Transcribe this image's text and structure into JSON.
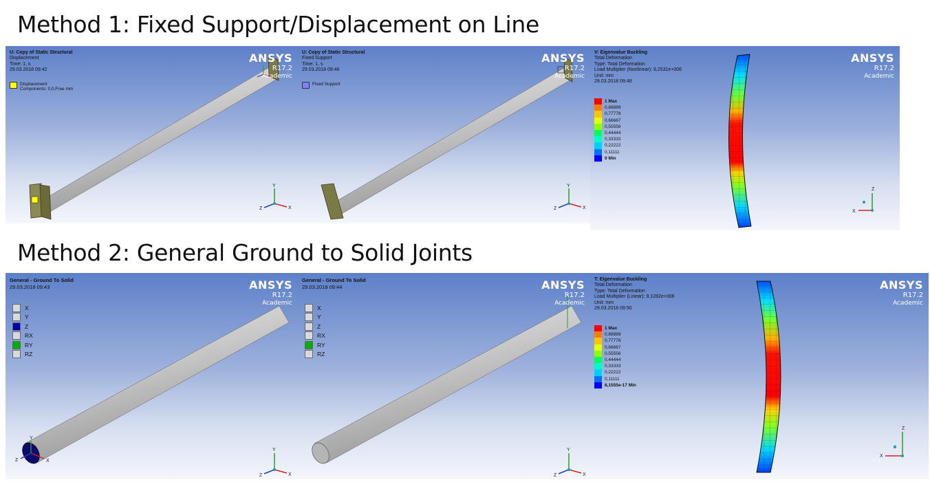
{
  "headings": {
    "method1": "Method 1: Fixed Support/Displacement on Line",
    "method2": "Method 2: General Ground to Solid Joints"
  },
  "brand": {
    "name": "ANSYS",
    "version": "R17.2",
    "edition": "Academic"
  },
  "axis_labels": {
    "x": "X",
    "y": "Y",
    "z": "Z"
  },
  "panels": {
    "p1": {
      "title": "U: Copy of Static Structural",
      "lines": [
        "Displacement",
        "Time: 1, s",
        "29.03.2018 09:42"
      ],
      "legend_label": "Displacement",
      "legend_sub": "Components: 0,0,Free mm",
      "legend_color": "#ffff00"
    },
    "p2": {
      "title": "U: Copy of Static Structural",
      "lines": [
        "Fixed Support",
        "Time: 1, s",
        "29.03.2018 09:46"
      ],
      "legend_label": "Fixed Support",
      "legend_color": "#7f7fff"
    },
    "p3": {
      "title": "V: Eigenvalue Buckling",
      "lines": [
        "Total Deformation",
        "Type: Total Deformation",
        "Load Multiplier (Nonlinear): 9,2531e+006",
        "Unit: mm",
        "29.03.2018 09:48"
      ],
      "colorbar": [
        "1 Max",
        "0,88889",
        "0,77778",
        "0,66667",
        "0,55556",
        "0,44444",
        "0,33333",
        "0,22222",
        "0,11111",
        "0 Min"
      ]
    },
    "p4": {
      "title": "General - Ground To Solid",
      "lines": [
        "29.03.2018 09:43"
      ],
      "dofs": [
        {
          "label": "X",
          "state": "free"
        },
        {
          "label": "Y",
          "state": "free"
        },
        {
          "label": "Z",
          "state": "fixed"
        },
        {
          "label": "RX",
          "state": "free"
        },
        {
          "label": "RY",
          "state": "fixed"
        },
        {
          "label": "RZ",
          "state": "free"
        }
      ]
    },
    "p5": {
      "title": "General - Ground To Solid",
      "lines": [
        "29.03.2018 09:44"
      ],
      "dofs": [
        {
          "label": "X",
          "state": "free"
        },
        {
          "label": "Y",
          "state": "free"
        },
        {
          "label": "Z",
          "state": "free"
        },
        {
          "label": "RX",
          "state": "free"
        },
        {
          "label": "RY",
          "state": "fixed"
        },
        {
          "label": "RZ",
          "state": "free"
        }
      ]
    },
    "p6": {
      "title": "T: Eigenvalue Buckling",
      "lines": [
        "Total Deformation",
        "Type: Total Deformation",
        "Load Multiplier (Linear): 9,1282e+006",
        "Unit: mm",
        "29.03.2018 09:50"
      ],
      "colorbar": [
        "1 Max",
        "0,88889",
        "0,77778",
        "0,66667",
        "0,55556",
        "0,44444",
        "0,33333",
        "0,22222",
        "0,11111",
        "8,1555e-17 Min"
      ]
    }
  },
  "colors": {
    "contour": [
      "#ff0000",
      "#ff7a00",
      "#ffc400",
      "#e6ff00",
      "#8cff00",
      "#00ff5a",
      "#00ffc8",
      "#00d2ff",
      "#0072ff",
      "#0000ff"
    ],
    "dof_fixed_z": "#0000a8",
    "dof_fixed_r": "#00b000"
  }
}
